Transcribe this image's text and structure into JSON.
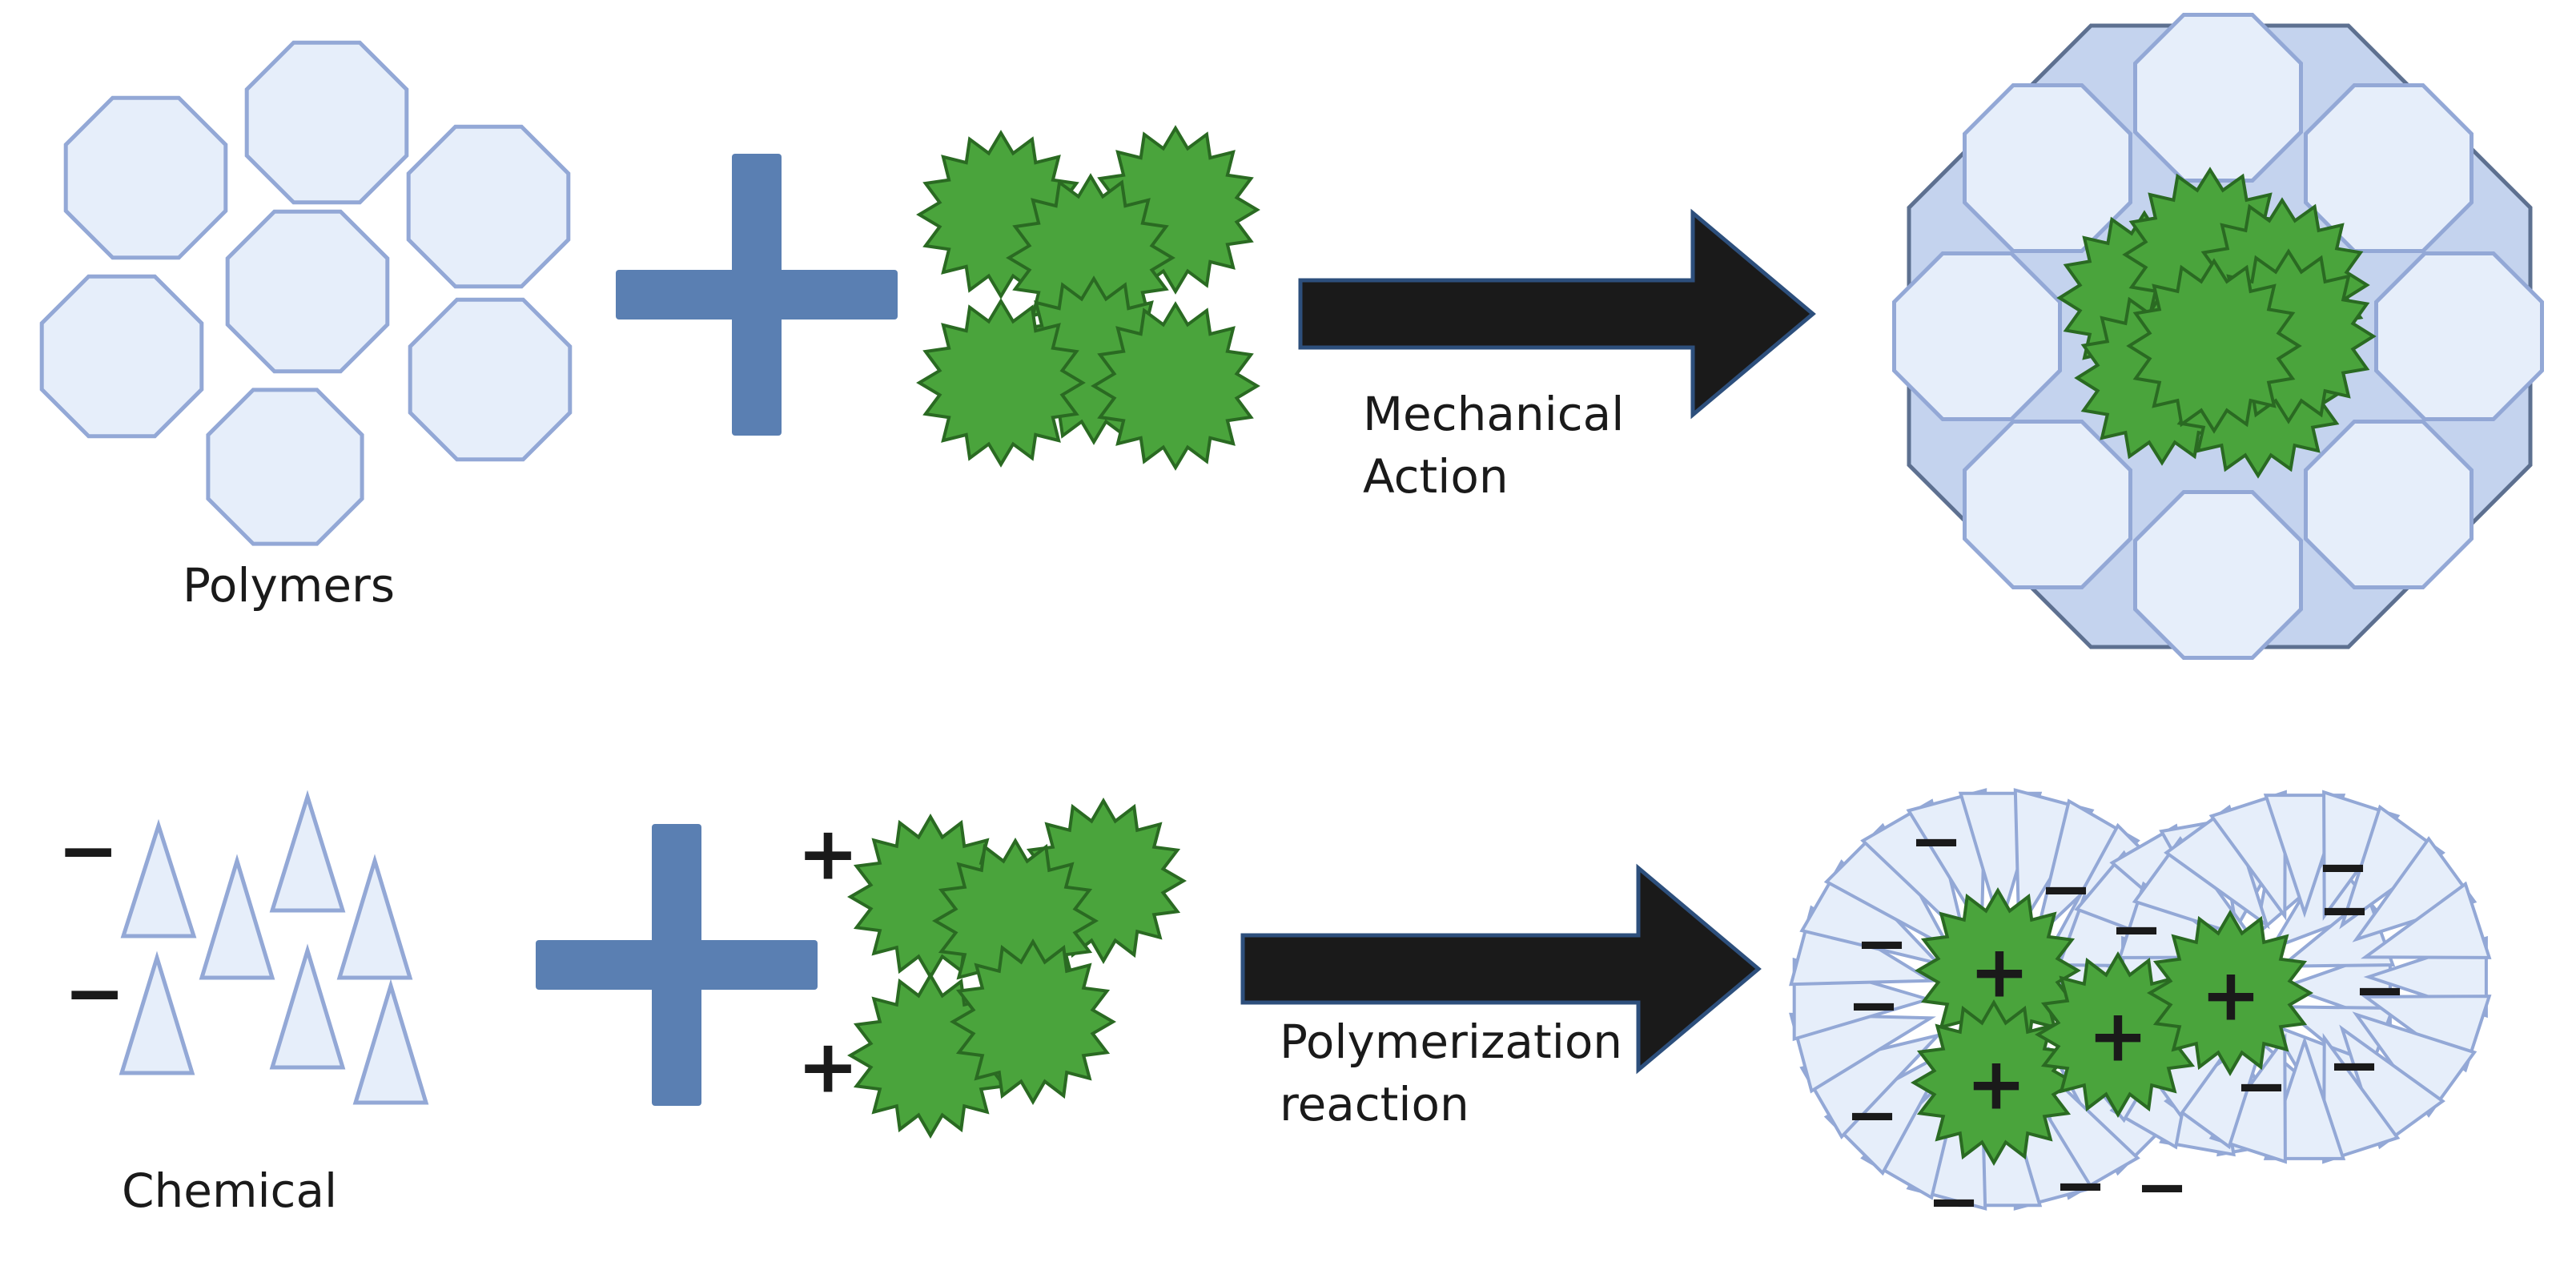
{
  "colors": {
    "shape_fill": "#e6eefa",
    "shape_stroke": "#93a8d6",
    "capsule_fill": "#c4d3ee",
    "capsule_stroke": "#5d7090",
    "plus_sign": "#5a7fb2",
    "drug_fill": "#4aa43c",
    "drug_stroke": "#2a6a22",
    "arrow_fill": "#1a1a1a",
    "arrow_stroke": "#2d4f7c",
    "text": "#1a1a1a"
  },
  "icons": {
    "polymer": "octagon-icon",
    "chemical": "triangle-icon",
    "drug": "spiky-particle-icon",
    "combine": "plus-icon",
    "process": "arrow-right-icon"
  },
  "top_row": {
    "input_label": "Polymers",
    "process_label_line1": "Mechanical",
    "process_label_line2": "Action"
  },
  "bottom_row": {
    "input_label": "Chemical",
    "process_label_line1": "Polymerization",
    "process_label_line2": "reaction",
    "charge_positive": "+",
    "charge_negative": "−"
  }
}
